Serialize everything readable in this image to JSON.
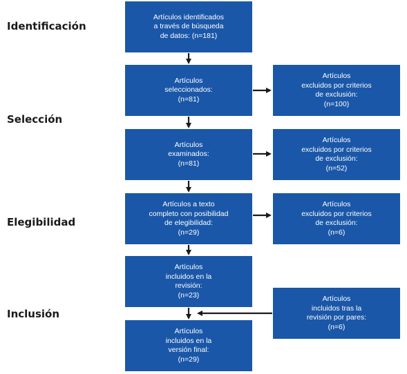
{
  "stages": {
    "identification": "Identificación",
    "selection": "Selección",
    "eligibility": "Elegibilidad",
    "inclusion": "Inclusión"
  },
  "boxes": {
    "identified": "Artículos identificados\na través de búsqueda\nde datos: (n=181)",
    "selected": "Artículos\nseleccionados:\n(n=81)",
    "excluded_1": "Artículos\nexcluidos por criterios\nde exclusión:\n(n=100)",
    "examined": "Artículos\nexaminados:\n(n=81)",
    "excluded_2": "Artículos\nexcluidos por criterios\nde exclusión:\n(n=52)",
    "full_text": "Artículos a texto\ncompleto con posibilidad\nde elegibilidad:\n(n=29)",
    "excluded_3": "Artículos\nexcluidos por criterios\nde exclusión:\n(n=6)",
    "included_review": "Artículos\nincluidos en la\nrevisión:\n(n=23)",
    "peer_review": "Artículos\nincluidos tras la\nrevisión por pares:\n(n=6)",
    "final": "Artículos\nincluidos en la\nversión final:\n(n=29)"
  },
  "colors": {
    "box": "#1a57a8",
    "box_text": "#ffffff",
    "arrow": "#1a1a1a"
  }
}
